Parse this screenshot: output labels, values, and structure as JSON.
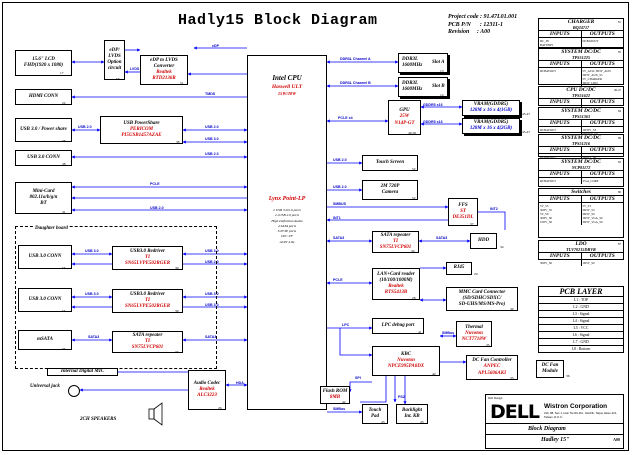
{
  "title": "Hadly15 Block Diagram",
  "project": {
    "code": "Project code : 91.47L01.001",
    "pcb": "PCB P/N      : 12311-1",
    "rev": "Revision     : A00"
  },
  "cpu": {
    "name": "Intel CPU",
    "family": "Haswell ULT",
    "power": "15W/28W",
    "pch": "Lynx Point-LP",
    "features": [
      "2 USB 3.0/2.0 ports",
      "2 eUSB 2.0 ports",
      "High Definition Audio",
      "4 SATA ports",
      "6 PCIE ports",
      "LPC I/F",
      "ACPI 4.0a"
    ]
  },
  "blocks": {
    "edp_mux": [
      "eDP/",
      "LVDS",
      "Option",
      "circuit"
    ],
    "lcd": [
      "15.6\" LCD",
      "FHD(1920 x 1080)"
    ],
    "edp_conv": [
      "eDP to LVDS",
      "Converter"
    ],
    "edp_conv_chip": [
      "Realtek",
      "RTD2136R"
    ],
    "hdmi": "HDMI CONN",
    "usb3_power": "USB 3.0 / Power share",
    "usb_ps": "USB PowerShare",
    "usb_ps_chip": [
      "PERICOM",
      "PI5USB1457AZAE"
    ],
    "usb3_conn": "USB 3.0 CONN",
    "minicard": [
      "Mini-Card",
      "802.11a/b/g/n",
      "BT"
    ],
    "daughter": "Daughter board",
    "usb3_conn2": "USB 3.0 CONN",
    "redriver1": "USB3.0 Redriver",
    "redriver1_chip": [
      "TI",
      "SN65LVPE502RGER"
    ],
    "usb3_conn3": "USB 3.0 CONN",
    "redriver2": "USB3.0 Redriver",
    "redriver2_chip": [
      "TI",
      "SN65LVPE502RGER"
    ],
    "msata": "mSATA",
    "sata_rep1": "SATA repeater",
    "sata_rep1_chip": [
      "TI",
      "SN75LVCP601"
    ],
    "int_mic": "Internal Digital MIC",
    "uni_jack": [
      "Universal",
      "jack"
    ],
    "spk": "2CH  SPEAKERS",
    "audio": "Audio Codec",
    "audio_chip": [
      "Realtek",
      "ALC3223"
    ],
    "ddr1": [
      "DDR3L",
      "1600MHz"
    ],
    "slot_a": "Slot A",
    "ddr2": [
      "DDR3L",
      "1600MHz"
    ],
    "slot_b": "Slot B",
    "gpu": [
      "GPU",
      "25W"
    ],
    "gpu_chip": "N14P-GT",
    "vram1": "VRAM(GDDR5)",
    "vram1_b": "128M x 16 x 4(1GB)",
    "vram2": "VRAM(GDDR5)",
    "vram2_b": "128M x 16 x 4(2GB)",
    "touch": "Touch Screen",
    "camera": [
      "2M 720P",
      "Camera"
    ],
    "ffs": [
      "FFS",
      "ST",
      "DE351DL"
    ],
    "sata_rep2": "SATA repeater",
    "sata_rep2_chip": [
      "TI",
      "SN75LVCP601"
    ],
    "hdd": "HDD",
    "lan": [
      "LAN+Card reader",
      "(10/100/1000M)"
    ],
    "lan_chip": [
      "Realtek",
      "RTS5413B"
    ],
    "rj45": "RJ45",
    "mmc": [
      "MMC Card Connector",
      "(SD/SDHC/SDXC/",
      "SD-UHS/MS/MS-Pro)"
    ],
    "lpc_debug": "LPC debug  port",
    "thermal": "Thermal",
    "thermal_chip": [
      "Nuvoton",
      "NCT7718W"
    ],
    "kbc": "KBC",
    "kbc_chip": [
      "Nuvoton",
      "NPCE995PA0DX"
    ],
    "dc_fan_ctl": "DC Fan Controller",
    "dc_fan_chip": [
      "ANPEC",
      "APL5606AKI"
    ],
    "dc_fan": [
      "DC Fan",
      "Module"
    ],
    "flash": "Flash ROM",
    "flash_b": "8MB",
    "touchpad": [
      "Touch",
      "Pad"
    ],
    "backlight": [
      "Backlight",
      "Int. KB"
    ]
  },
  "signals": {
    "edp": "eDP",
    "lvds": "LVDS",
    "edp2": "eDP",
    "tmds": "TMDS",
    "ddr_a": "DDR3L Channel A",
    "ddr_b": "DDR3L Channel B",
    "usb20a": "USB 2.0",
    "usb20b": "USB 2.0",
    "usb30a": "USB 3.0",
    "usb20c": "USB 2.0",
    "pcie1": "PCI-E",
    "usb20d": "USB 2.0",
    "usb30b": "USB 3.0",
    "usb20e": "USB 2.0",
    "usb30c": "USB 3.0",
    "usb30d": "USB 3.0",
    "usb30e": "USB 3.0",
    "usb30f": "USB 3.0",
    "pcie_x16": "PCI-E x4",
    "gddr_a": "GDDR5 x16",
    "gddr_b": "GDDR5 x16",
    "usb_touch": "USB 2.0",
    "usb_cam": "USB 2.0",
    "smbus": "SMBUS",
    "int1": "INT1",
    "int2": "INT2",
    "sata3a": "SATA3",
    "sata3b": "SATA3",
    "sata3c": "SATA3",
    "sata3d": "SATA3",
    "pcie2": "PCI-E",
    "lpc": "LPC",
    "smbus2": "SMBus",
    "spi": "SPI",
    "smbus3": "SMBus",
    "ps2": "PS2",
    "hda": "HDA"
  },
  "pages": {
    "lcd": "17",
    "edp_mux": "53",
    "edp_conv": "51",
    "hdmi": "22",
    "usb3_power": "38",
    "usb_ps": "38",
    "usb3_conn": "38",
    "minicard": "31",
    "usb3_conn2": "55",
    "redriver1": "39",
    "usb3_conn3": "55",
    "redriver2": "39",
    "msata": "33",
    "sata_rep1": "33",
    "audio": "26",
    "ddr1": "13",
    "ddr2": "14",
    "gpu": "49-50",
    "vram1": "45-47",
    "vram2": "45-47",
    "touch": "52",
    "camera": "52",
    "ffs": "37",
    "sata_rep2": "34",
    "hdd": "34",
    "lan": "28",
    "rj45": "29",
    "mmc": "30",
    "lpc_debug": "41",
    "thermal": "35",
    "kbc": "40",
    "dc_fan_ctl": "35",
    "dc_fan": "36",
    "flash": "42",
    "touchpad": "43",
    "backlight": "43"
  },
  "power": [
    {
      "name": "CHARGER",
      "chip": "BQ24717",
      "page": "81",
      "inputs": [
        "DC_IN",
        "BATTERY"
      ],
      "outputs": [
        "DCBATOUT"
      ]
    },
    {
      "name": "SYSTEM DC/DC",
      "chip": "TPS51225",
      "page": "85",
      "inputs": [
        "DCBATOUT"
      ],
      "outputs": [
        "5V_ALW, 3D3V_ALW",
        "3D3V_AUX_S5",
        "5V_CHARGER",
        "3D3V_LDO"
      ]
    },
    {
      "name": "CPU DC/DC",
      "chip": "TPS51622",
      "page": "46-47",
      "inputs": [
        "DCBATOUT"
      ],
      "outputs": [
        "VCC_CORE"
      ]
    },
    {
      "name": "SYSTEM DC/DC",
      "chip": "TPS51363",
      "page": "84",
      "inputs": [
        "DCBATOUT"
      ],
      "outputs": [
        "1D35V_S3",
        "0D675V_S0"
      ]
    },
    {
      "name": "SYSTEM DC/DC",
      "chip": "TPS51216",
      "page": "89",
      "inputs": [
        "DCBATOUT"
      ],
      "outputs": [
        "1D05V_S0",
        "1D5V_S0"
      ]
    },
    {
      "name": "SYSTEM DC/DC",
      "chip": "NCP81172",
      "page": "82",
      "inputs": [
        "DCBATOUT"
      ],
      "outputs": [
        "VGA_CORE"
      ]
    },
    {
      "name": "Switches",
      "chip": "",
      "page": "86",
      "inputs": [
        "5V_S5",
        "3D3V_S5",
        "5V_S0",
        "3D3V_S0",
        "1D5V_S0"
      ],
      "outputs": [
        "5V_S3",
        "3D3V_S3",
        "3D3V_S0",
        "1D5V_VGA_S0",
        "3D3V_VGA_S0"
      ]
    },
    {
      "name": "LDO",
      "chip": "TLV70215DBVR",
      "page": "87",
      "inputs": [
        "3D3V_S0"
      ],
      "outputs": [
        "1D5V_S0"
      ]
    }
  ],
  "pcb_layer": {
    "title": "PCB LAYER",
    "layers": [
      "L1 : TOP",
      "L2 : GND",
      "L3 : Signal",
      "L4 : Signal",
      "L5 : VCC",
      "L6 : Signal",
      "L7 : GND",
      "L8 : Bottom"
    ]
  },
  "titleblock": {
    "logo": "DELL",
    "company": "Wistron Corporation",
    "address": "21F, 88, Sec.1, Hsin Tai Wu Rd., Hsichih, Taipei Hsien 221, Taiwan, R.O.C.",
    "corp": "Dell Design",
    "doc": "Block Diagram",
    "name": "Hadley 15\"",
    "rev": "A00"
  }
}
